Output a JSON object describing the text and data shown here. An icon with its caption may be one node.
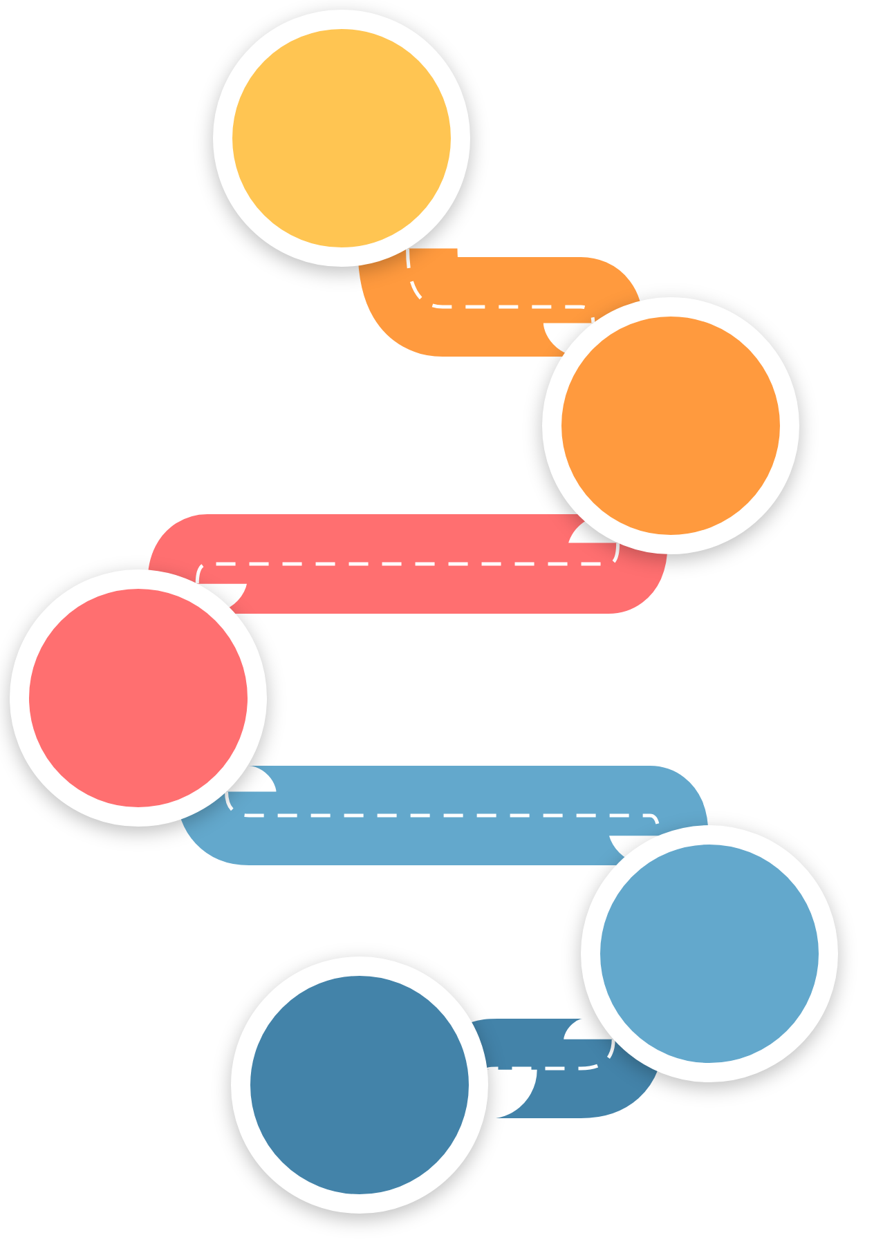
{
  "diagram": {
    "nodes": [
      {
        "text": [],
        "shape": "circle"
      },
      {
        "text": [],
        "shape": "circle"
      },
      {
        "text": [],
        "shape": "circle"
      },
      {
        "text": [],
        "shape": "circle"
      },
      {
        "text": [],
        "shape": "circle"
      }
    ],
    "edges": [
      {
        "from": 0,
        "to": 1,
        "arrow": "none",
        "color": "#ff9a3e"
      },
      {
        "from": 1,
        "to": 2,
        "arrow": "none",
        "color": "#ff6f70"
      },
      {
        "from": 2,
        "to": 3,
        "arrow": "none",
        "color": "#63a8cc"
      },
      {
        "from": 3,
        "to": 4,
        "arrow": "none",
        "color": "#4383a9"
      }
    ]
  }
}
